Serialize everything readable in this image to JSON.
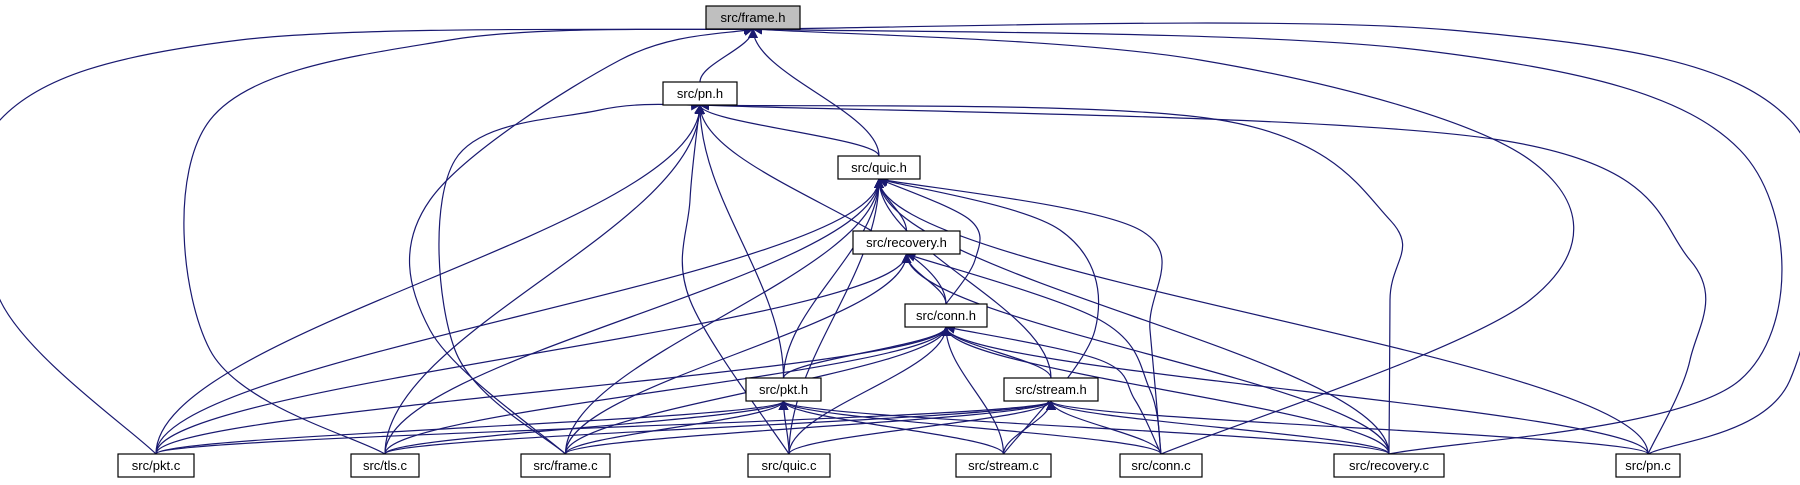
{
  "nodes": [
    {
      "id": "frame_h",
      "label": "src/frame.h",
      "highlighted": true
    },
    {
      "id": "pn_h",
      "label": "src/pn.h"
    },
    {
      "id": "quic_h",
      "label": "src/quic.h"
    },
    {
      "id": "recovery_h",
      "label": "src/recovery.h"
    },
    {
      "id": "conn_h",
      "label": "src/conn.h"
    },
    {
      "id": "pkt_h",
      "label": "src/pkt.h"
    },
    {
      "id": "stream_h",
      "label": "src/stream.h"
    },
    {
      "id": "pkt_c",
      "label": "src/pkt.c"
    },
    {
      "id": "tls_c",
      "label": "src/tls.c"
    },
    {
      "id": "frame_c",
      "label": "src/frame.c"
    },
    {
      "id": "quic_c",
      "label": "src/quic.c"
    },
    {
      "id": "stream_c",
      "label": "src/stream.c"
    },
    {
      "id": "conn_c",
      "label": "src/conn.c"
    },
    {
      "id": "recovery_c",
      "label": "src/recovery.c"
    },
    {
      "id": "pn_c",
      "label": "src/pn.c"
    }
  ],
  "edges": [
    [
      "pn_h",
      "frame_h"
    ],
    [
      "quic_h",
      "frame_h"
    ],
    [
      "frame_c",
      "frame_h"
    ],
    [
      "pkt_c",
      "frame_h"
    ],
    [
      "tls_c",
      "frame_h"
    ],
    [
      "conn_c",
      "frame_h"
    ],
    [
      "recovery_c",
      "frame_h"
    ],
    [
      "pn_c",
      "frame_h"
    ],
    [
      "quic_h",
      "pn_h"
    ],
    [
      "conn_h",
      "pn_h"
    ],
    [
      "pkt_h",
      "pn_h"
    ],
    [
      "pkt_c",
      "pn_h"
    ],
    [
      "tls_c",
      "pn_h"
    ],
    [
      "frame_c",
      "pn_h"
    ],
    [
      "quic_c",
      "pn_h"
    ],
    [
      "recovery_c",
      "pn_h"
    ],
    [
      "pn_c",
      "pn_h"
    ],
    [
      "recovery_h",
      "quic_h"
    ],
    [
      "conn_h",
      "quic_h"
    ],
    [
      "pkt_h",
      "quic_h"
    ],
    [
      "stream_h",
      "quic_h"
    ],
    [
      "pkt_c",
      "quic_h"
    ],
    [
      "tls_c",
      "quic_h"
    ],
    [
      "frame_c",
      "quic_h"
    ],
    [
      "quic_c",
      "quic_h"
    ],
    [
      "stream_c",
      "quic_h"
    ],
    [
      "conn_c",
      "quic_h"
    ],
    [
      "recovery_c",
      "quic_h"
    ],
    [
      "pn_c",
      "quic_h"
    ],
    [
      "conn_h",
      "recovery_h"
    ],
    [
      "pkt_c",
      "recovery_h"
    ],
    [
      "frame_c",
      "recovery_h"
    ],
    [
      "conn_c",
      "recovery_h"
    ],
    [
      "recovery_c",
      "recovery_h"
    ],
    [
      "pkt_h",
      "conn_h"
    ],
    [
      "stream_h",
      "conn_h"
    ],
    [
      "pkt_c",
      "conn_h"
    ],
    [
      "tls_c",
      "conn_h"
    ],
    [
      "frame_c",
      "conn_h"
    ],
    [
      "quic_c",
      "conn_h"
    ],
    [
      "stream_c",
      "conn_h"
    ],
    [
      "conn_c",
      "conn_h"
    ],
    [
      "recovery_c",
      "conn_h"
    ],
    [
      "pn_c",
      "conn_h"
    ],
    [
      "pkt_c",
      "pkt_h"
    ],
    [
      "tls_c",
      "pkt_h"
    ],
    [
      "frame_c",
      "pkt_h"
    ],
    [
      "quic_c",
      "pkt_h"
    ],
    [
      "stream_c",
      "pkt_h"
    ],
    [
      "conn_c",
      "pkt_h"
    ],
    [
      "recovery_c",
      "pkt_h"
    ],
    [
      "pkt_c",
      "stream_h"
    ],
    [
      "tls_c",
      "stream_h"
    ],
    [
      "frame_c",
      "stream_h"
    ],
    [
      "quic_c",
      "stream_h"
    ],
    [
      "stream_c",
      "stream_h"
    ],
    [
      "conn_c",
      "stream_h"
    ],
    [
      "recovery_c",
      "stream_h"
    ],
    [
      "pn_c",
      "stream_h"
    ]
  ],
  "colors": {
    "edge": "#191970",
    "node_fill": "#ffffff",
    "highlight_fill": "#bfbfbf",
    "node_stroke": "#000000"
  }
}
